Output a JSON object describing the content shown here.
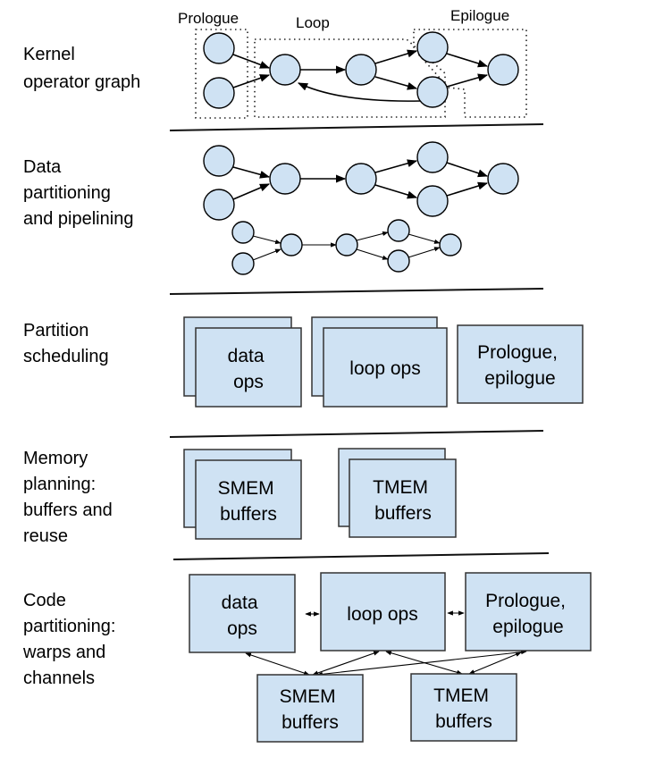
{
  "stages": [
    {
      "id": "kernel",
      "label_lines": [
        "Kernel",
        "operator graph"
      ]
    },
    {
      "id": "data-partitioning",
      "label_lines": [
        "Data",
        "partitioning",
        "and pipelining"
      ]
    },
    {
      "id": "partition-scheduling",
      "label_lines": [
        "Partition",
        "scheduling"
      ]
    },
    {
      "id": "memory-planning",
      "label_lines": [
        "Memory",
        "planning:",
        "buffers and",
        "reuse"
      ]
    },
    {
      "id": "code-partitioning",
      "label_lines": [
        "Code",
        "partitioning:",
        "warps and",
        "channels"
      ]
    }
  ],
  "kernel_graph": {
    "regions": [
      "Prologue",
      "Loop",
      "Epilogue"
    ],
    "node_count": 7
  },
  "partition_scheduling": {
    "boxes": [
      {
        "label_lines": [
          "data",
          "ops"
        ],
        "stacked": true
      },
      {
        "label_lines": [
          "loop ops"
        ],
        "stacked": true
      },
      {
        "label_lines": [
          "Prologue,",
          "epilogue"
        ],
        "stacked": false
      }
    ]
  },
  "memory_planning": {
    "boxes": [
      {
        "label_lines": [
          "SMEM",
          "buffers"
        ],
        "stacked": true
      },
      {
        "label_lines": [
          "TMEM",
          "buffers"
        ],
        "stacked": true
      }
    ]
  },
  "code_partitioning": {
    "boxes": [
      {
        "label_lines": [
          "data",
          "ops"
        ]
      },
      {
        "label_lines": [
          "loop ops"
        ]
      },
      {
        "label_lines": [
          "Prologue,",
          "epilogue"
        ]
      },
      {
        "label_lines": [
          "SMEM",
          "buffers"
        ]
      },
      {
        "label_lines": [
          "TMEM",
          "buffers"
        ]
      }
    ],
    "connections": [
      [
        "data ops",
        "loop ops"
      ],
      [
        "loop ops",
        "Prologue, epilogue"
      ],
      [
        "data ops",
        "SMEM buffers"
      ],
      [
        "loop ops",
        "SMEM buffers"
      ],
      [
        "loop ops",
        "TMEM buffers"
      ],
      [
        "Prologue, epilogue",
        "SMEM buffers"
      ],
      [
        "Prologue, epilogue",
        "TMEM buffers"
      ]
    ]
  },
  "colors": {
    "node_fill": "#cfe2f3",
    "stroke": "#000000"
  }
}
